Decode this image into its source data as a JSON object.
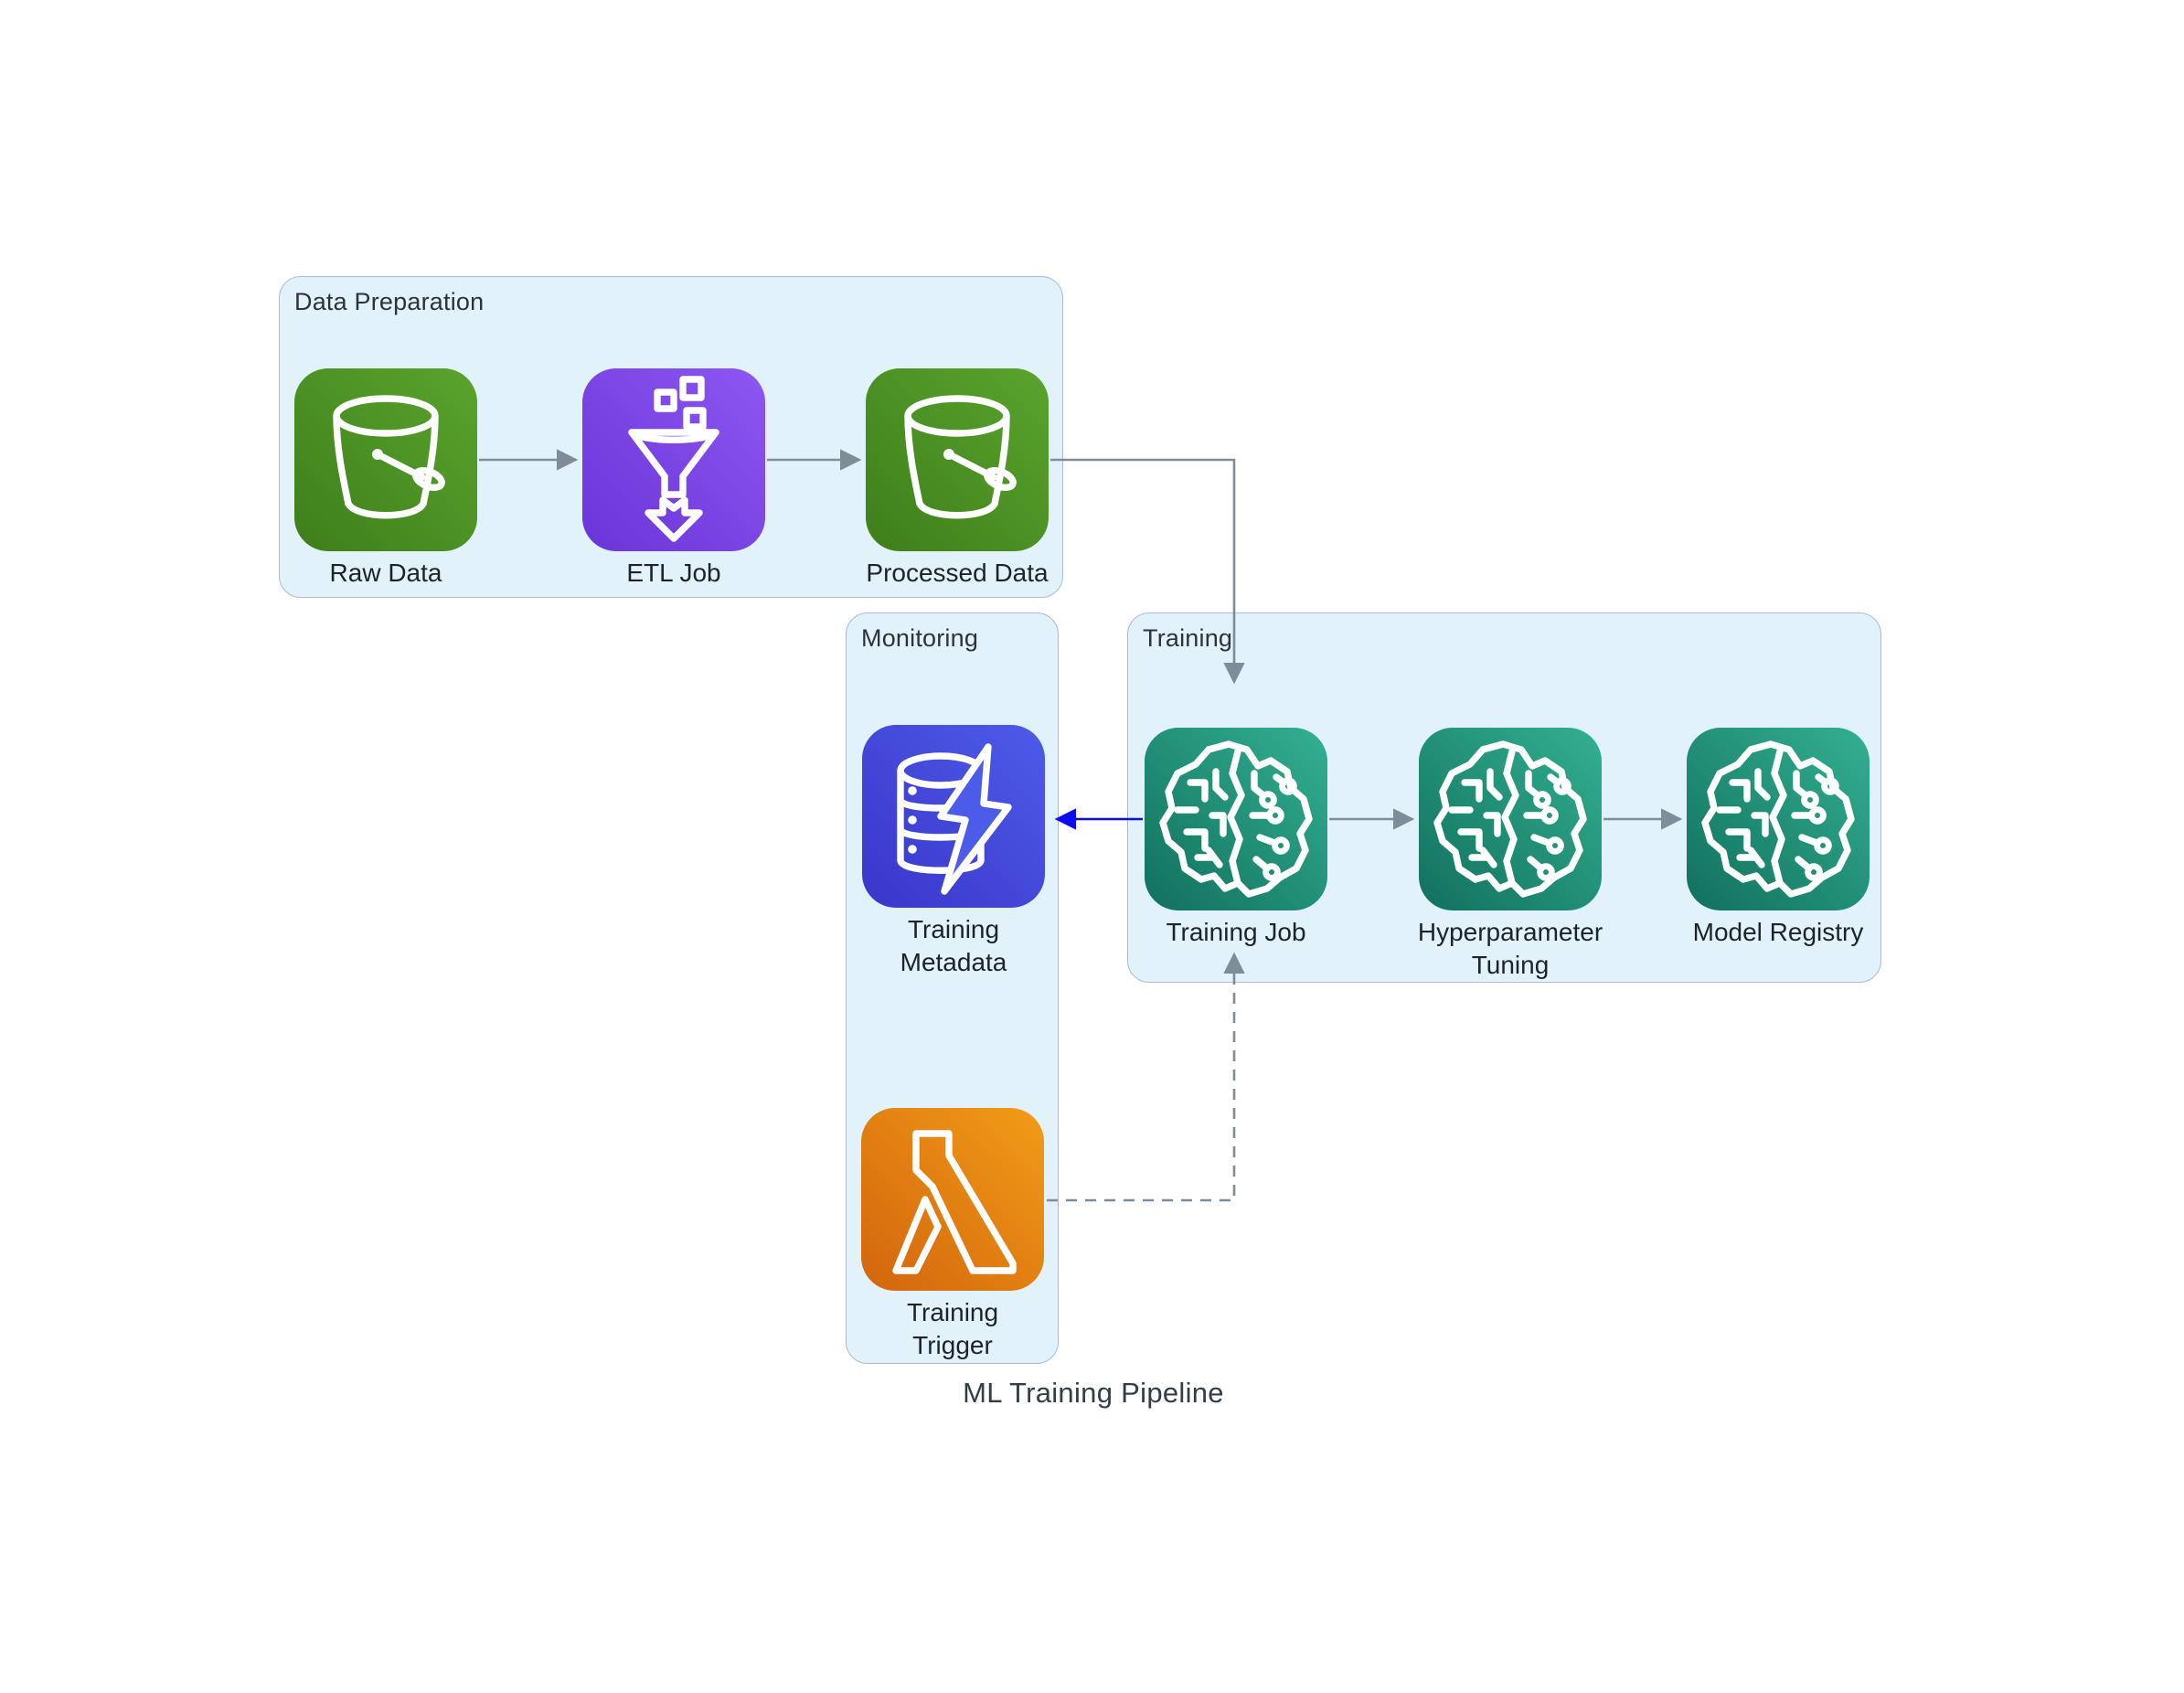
{
  "title": "ML Training Pipeline",
  "colors": {
    "background": "#ffffff",
    "group_fill": "#e1f2fb",
    "group_border": "#a9bdca",
    "group_label": "#2d3338",
    "node_label": "#1e2328",
    "title": "#323e46",
    "arrow_gray": "#7f8c99",
    "arrow_blue": "#0d0df2",
    "s3_gradient": [
      "#3e7e1a",
      "#5aa42e"
    ],
    "glue_gradient": [
      "#6a34d8",
      "#8d57f2"
    ],
    "sagemaker_gradient": [
      "#11705d",
      "#33b091"
    ],
    "dynamodb_gradient": [
      "#3a35cb",
      "#4d5ce8"
    ],
    "lambda_gradient": [
      "#d2650d",
      "#f29c17"
    ]
  },
  "groups": {
    "data_preparation": {
      "label": "Data Preparation",
      "nodes": [
        {
          "label": "Raw Data",
          "icon": "s3-bucket-icon"
        },
        {
          "label": "ETL Job",
          "icon": "glue-funnel-icon"
        },
        {
          "label": "Processed Data",
          "icon": "s3-bucket-icon"
        }
      ]
    },
    "monitoring": {
      "label": "Monitoring",
      "nodes": [
        {
          "label": "Training\nMetadata",
          "icon": "dynamodb-lightning-icon"
        },
        {
          "label": "Training\nTrigger",
          "icon": "lambda-icon"
        }
      ]
    },
    "training": {
      "label": "Training",
      "nodes": [
        {
          "label": "Training Job",
          "icon": "sagemaker-brain-icon"
        },
        {
          "label": "Hyperparameter\nTuning",
          "icon": "sagemaker-brain-icon"
        },
        {
          "label": "Model Registry",
          "icon": "sagemaker-brain-icon"
        }
      ]
    }
  },
  "edges": [
    {
      "from": "Raw Data",
      "to": "ETL Job",
      "style": "solid",
      "color": "gray"
    },
    {
      "from": "ETL Job",
      "to": "Processed Data",
      "style": "solid",
      "color": "gray"
    },
    {
      "from": "Processed Data",
      "to": "Training Job",
      "style": "solid",
      "color": "gray"
    },
    {
      "from": "Training Job",
      "to": "Training Metadata",
      "style": "solid",
      "color": "blue"
    },
    {
      "from": "Training Trigger",
      "to": "Training Job",
      "style": "dashed",
      "color": "gray"
    }
  ]
}
